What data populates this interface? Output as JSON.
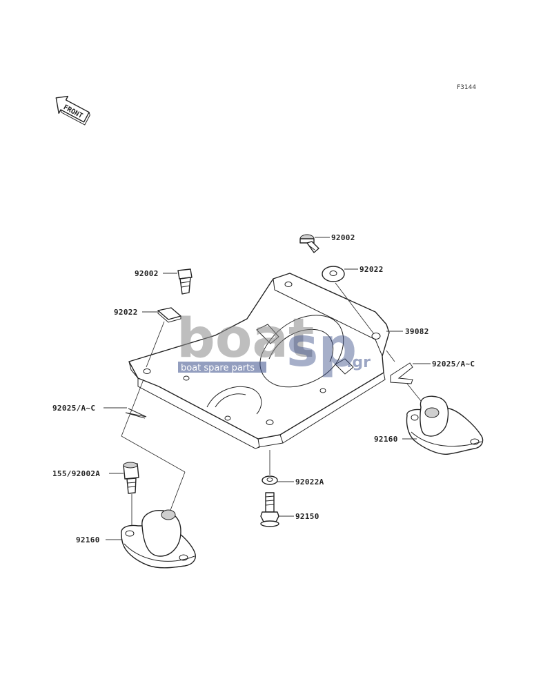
{
  "figure_code": "F3144",
  "front_marker": "FRONT",
  "watermark": {
    "brand": "boat",
    "brand2": "sp",
    "domain": ".gr",
    "tagline": "boat spare parts"
  },
  "labels": {
    "bolt_top": "92002",
    "bolt_left": "92002",
    "washer_top": "92022",
    "washer_left": "92022",
    "bracket": "39082",
    "clip_right": "92025/A~C",
    "clip_left": "92025/A~C",
    "mount_right": "92160",
    "mount_left": "92160",
    "washer_bottom": "92022A",
    "bolt_mount": "155/92002A",
    "bolt_bottom": "92150"
  }
}
